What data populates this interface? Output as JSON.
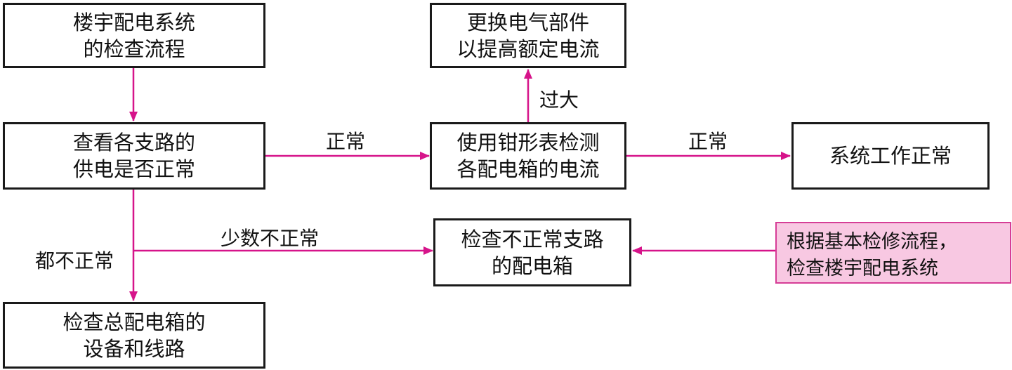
{
  "colors": {
    "arrow": "#d6148a",
    "box_border": "#1a1a1a",
    "note_fill": "#f8c8e2",
    "note_border": "#d63d96"
  },
  "nodes": {
    "start": "楼宇配电系统\n的检查流程",
    "check_branches": "查看各支路的\n供电是否正常",
    "check_main_box": "检查总配电箱的\n设备和线路",
    "clamp_meter": "使用钳形表检测\n各配电箱的电流",
    "replace_parts": "更换电气部件\n以提高额定电流",
    "system_ok": "系统工作正常",
    "check_abnormal": "检查不正常支路\n的配电箱",
    "note": "    根据基本检修流程，\n检查楼宇配电系统"
  },
  "edges": {
    "normal_1": "正常",
    "too_large": "过大",
    "normal_2": "正常",
    "few_abnormal": "少数不正常",
    "all_abnormal": "都不正常"
  }
}
